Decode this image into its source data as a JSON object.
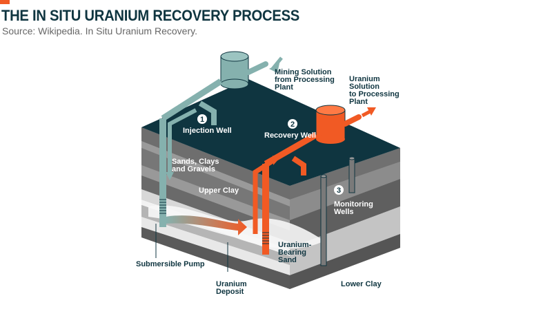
{
  "header": {
    "title": "THE IN SITU URANIUM RECOVERY PROCESS",
    "source": "Source: Wikipedia. In Situ Uranium Recovery."
  },
  "colors": {
    "accent": "#f15a24",
    "title": "#0f3540",
    "surface": "#0f3540",
    "injection": "#85b1ae",
    "recovery": "#f15a24"
  },
  "labels": {
    "mining_solution": [
      "Mining Solution",
      "from Processing",
      "Plant"
    ],
    "uranium_solution": [
      "Uranium",
      "Solution",
      "to Processing",
      "Plant"
    ],
    "injection_well": "Injection Well",
    "recovery_well": "Recovery Well",
    "monitoring_wells": [
      "Monitoring",
      "Wells"
    ],
    "sands_clays": [
      "Sands, Clays",
      "and Gravels"
    ],
    "upper_clay": "Upper Clay",
    "uranium_bearing": [
      "Uranium-",
      "Bearing",
      "Sand"
    ],
    "submersible_pump": "Submersible Pump",
    "uranium_deposit": [
      "Uranium",
      "Deposit"
    ],
    "lower_clay": "Lower Clay"
  },
  "steps": [
    "1",
    "2",
    "3"
  ]
}
